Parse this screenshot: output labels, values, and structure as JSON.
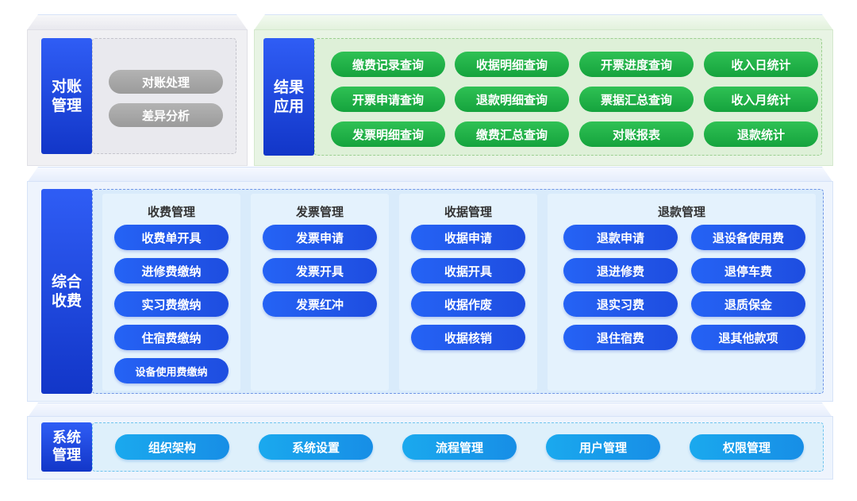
{
  "reconciliation": {
    "label": "对账\n管理",
    "items": [
      "对账处理",
      "差异分析"
    ]
  },
  "results": {
    "label": "结果\n应用",
    "items": [
      [
        "缴费记录查询",
        "收据明细查询",
        "开票进度查询",
        "收入日统计"
      ],
      [
        "开票申请查询",
        "退款明细查询",
        "票据汇总查询",
        "收入月统计"
      ],
      [
        "发票明细查询",
        "缴费汇总查询",
        "对账报表",
        "退款统计"
      ]
    ]
  },
  "comprehensive": {
    "label": "综合\n收费",
    "groups": [
      {
        "title": "收费管理",
        "items": [
          "收费单开具",
          "进修费缴纳",
          "实习费缴纳",
          "住宿费缴纳",
          "设备使用费缴纳"
        ]
      },
      {
        "title": "发票管理",
        "items": [
          "发票申请",
          "发票开具",
          "发票红冲"
        ]
      },
      {
        "title": "收据管理",
        "items": [
          "收据申请",
          "收据开具",
          "收据作废",
          "收据核销"
        ]
      },
      {
        "title": "退款管理",
        "items_left": [
          "退款申请",
          "退进修费",
          "退实习费",
          "退住宿费"
        ],
        "items_right": [
          "退设备使用费",
          "退停车费",
          "退质保金",
          "退其他款项"
        ]
      }
    ]
  },
  "system": {
    "label": "系统\n管理",
    "items": [
      "组织架构",
      "系统设置",
      "流程管理",
      "用户管理",
      "权限管理"
    ]
  },
  "colors": {
    "label_blue": "#1a44d8",
    "pill_green": "#1db347",
    "pill_gray": "#a6a6a6",
    "pill_cyan": "#1a9bea"
  }
}
